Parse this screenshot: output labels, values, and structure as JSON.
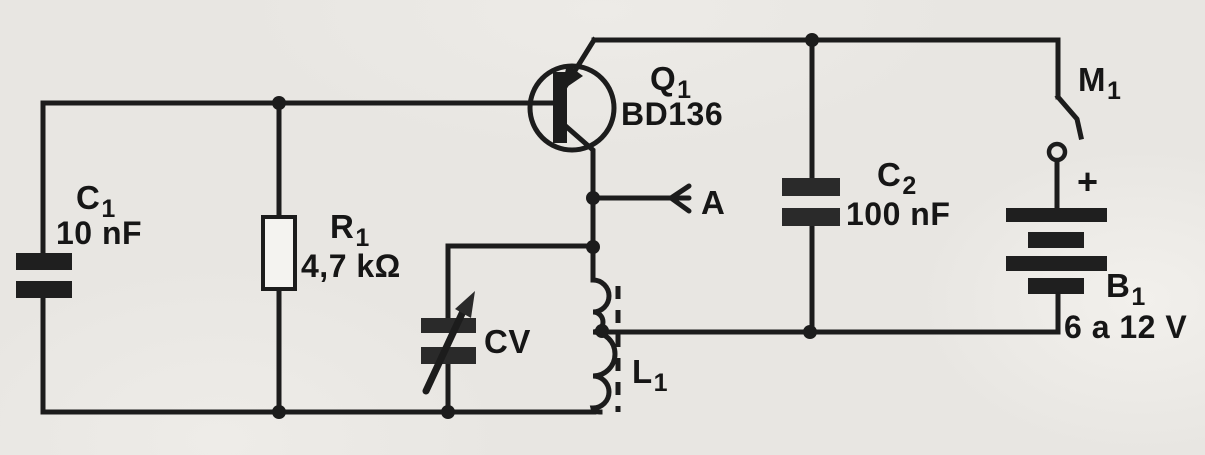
{
  "diagram_type": "circuit-schematic",
  "colors": {
    "ink": "#1c1c1c",
    "paper": "#e8e6e2"
  },
  "components": {
    "c1": {
      "designator": "C",
      "sub": "1",
      "value": "10 nF"
    },
    "r1": {
      "designator": "R",
      "sub": "1",
      "value": "4,7 kΩ"
    },
    "cv": {
      "designator": "CV"
    },
    "q1": {
      "designator": "Q",
      "sub": "1",
      "value": "BD136"
    },
    "l1": {
      "designator": "L",
      "sub": "1"
    },
    "c2": {
      "designator": "C",
      "sub": "2",
      "value": "100 nF"
    },
    "m1": {
      "designator": "M",
      "sub": "1"
    },
    "b1": {
      "designator": "B",
      "sub": "1",
      "value": "6 a 12 V",
      "polarity_mark": "+"
    },
    "test_point_a": {
      "designator": "A"
    }
  }
}
